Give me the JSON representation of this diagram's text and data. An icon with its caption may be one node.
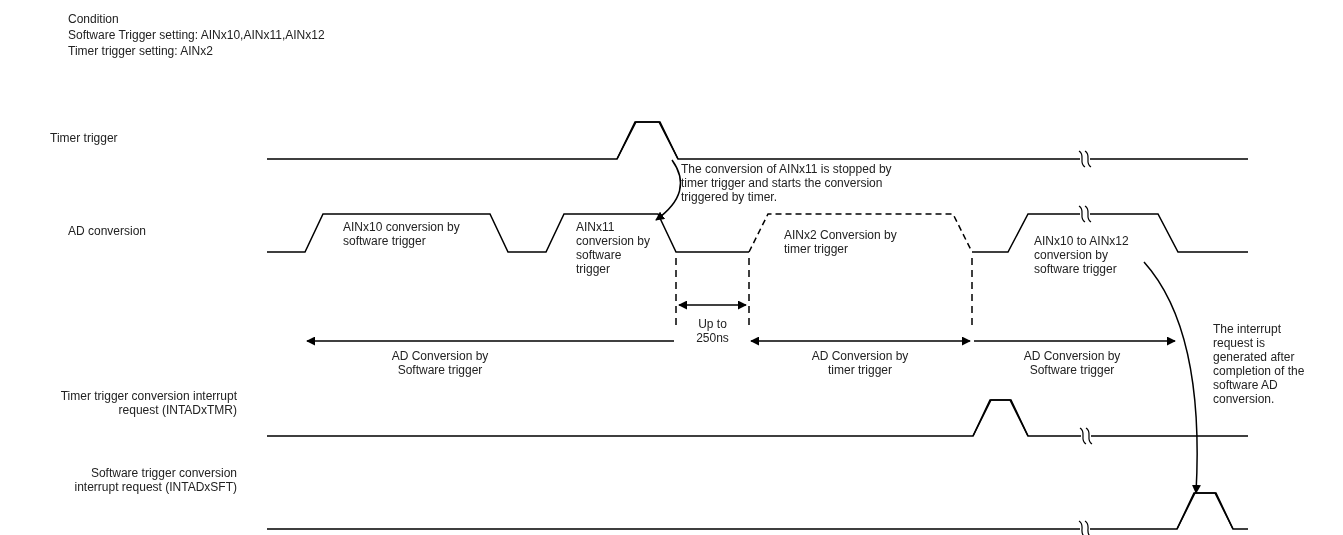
{
  "diagram": {
    "nodes": [
      {
        "text": [],
        "shape": "pulse"
      },
      {
        "text": [
          "AINx10 conversion by software trigger"
        ]
      },
      {
        "text": [
          "AINx11 conversion by software trigger"
        ]
      },
      {
        "text": [
          "AINx2 Conversion by timer trigger"
        ]
      },
      {
        "text": [
          "AINx10 to AINx12 conversion by software trigger"
        ]
      },
      {
        "text": [],
        "shape": "pulse"
      },
      {
        "text": [],
        "shape": "pulse"
      }
    ],
    "edges": [
      {
        "from": 0,
        "to": 2,
        "arrow": "to",
        "label": "The conversion of AINx11 is stopped by timer trigger and starts the conversion triggered by timer."
      },
      {
        "from": 4,
        "to": 6,
        "arrow": "to",
        "label": "The interrupt request is generated after completion of the software AD conversion."
      }
    ],
    "labels": [
      "Condition",
      "Software Trigger setting: AINx10,AINx11,AINx12",
      "Timer trigger setting: AINx2",
      "Timer trigger",
      "AD conversion",
      "Up to 250ns",
      "AD Conversion by Software trigger",
      "AD Conversion by timer trigger",
      "AD Conversion by Software trigger",
      "Timer trigger conversion interrupt request (INTADxTMR)",
      "Software trigger conversion interrupt request (INTADxSFT)"
    ]
  }
}
